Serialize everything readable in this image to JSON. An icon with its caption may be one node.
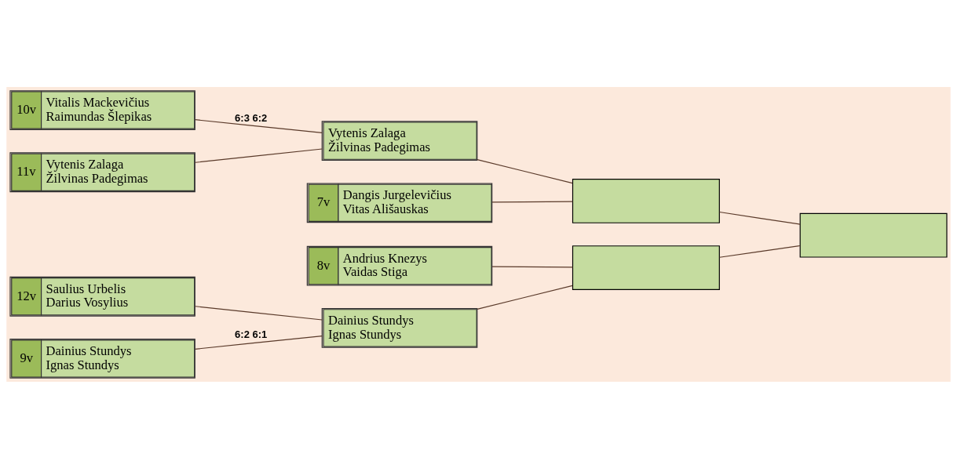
{
  "diagram": {
    "nodes": [
      {
        "text": [
          "10v",
          "Vitalis Mackevičius",
          "Raimundas Šlepikas"
        ]
      },
      {
        "text": [
          "11v",
          "Vytenis Zalaga",
          "Žilvinas Padegimas"
        ]
      },
      {
        "text": [
          "9v",
          "Dainius Stundys",
          "Ignas Stundys"
        ]
      },
      {
        "text": [
          "12v",
          "Saulius Urbelis",
          "Darius Vosylius"
        ]
      },
      {
        "text": [
          "7v",
          "Dangis Jurgelevičius",
          "Vitas Ališauskas"
        ]
      },
      {
        "text": [
          "Vytenis Zalaga",
          "Žilvinas Padegimas"
        ]
      },
      {
        "text": [
          "Dainius Stundys",
          "Ignas Stundys"
        ]
      },
      {
        "text": [
          "8v",
          "Andrius Knezys",
          "Vaidas Stiga"
        ]
      },
      {
        "text": [],
        "shape": "box"
      },
      {
        "text": [],
        "shape": "box"
      },
      {
        "text": [],
        "shape": "box"
      }
    ],
    "edges": [
      {
        "from": 0,
        "to": 5,
        "arrow": "none",
        "label": "6:3 6:2"
      },
      {
        "from": 1,
        "to": 5,
        "arrow": "none"
      },
      {
        "from": 2,
        "to": 6,
        "arrow": "none",
        "label": "6:2 6:1"
      },
      {
        "from": 3,
        "to": 6,
        "arrow": "none"
      },
      {
        "from": 4,
        "to": 8,
        "arrow": "none"
      },
      {
        "from": 5,
        "to": 8,
        "arrow": "none"
      },
      {
        "from": 6,
        "to": 9,
        "arrow": "none"
      },
      {
        "from": 7,
        "to": 9,
        "arrow": "none"
      },
      {
        "from": 8,
        "to": 10,
        "arrow": "none"
      },
      {
        "from": 9,
        "to": 10,
        "arrow": "none"
      }
    ]
  }
}
